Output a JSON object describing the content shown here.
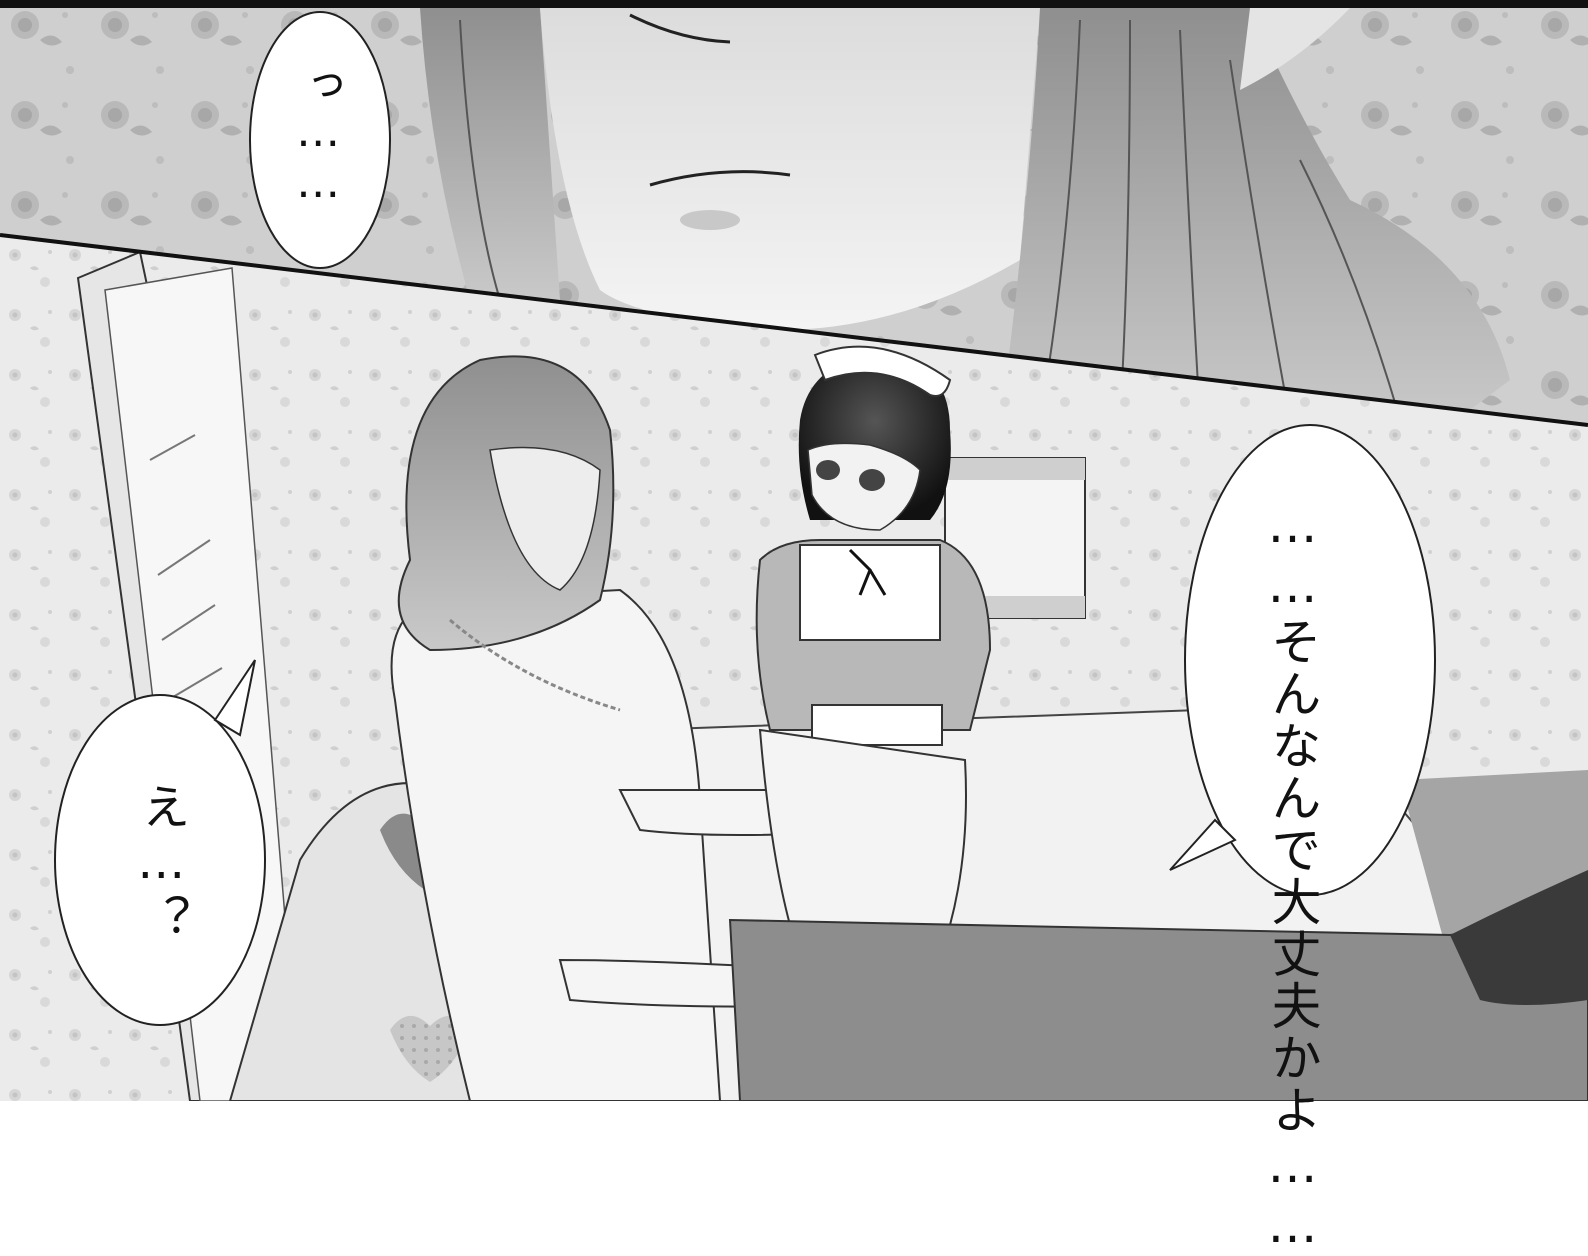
{
  "panels": {
    "top": {
      "speech_bubble": {
        "text": "っ……"
      }
    },
    "bottom": {
      "speech_bubble_right": {
        "line1": "……そんなんで",
        "line2": "大丈夫かよ……"
      },
      "speech_bubble_left": {
        "text": "え…？"
      }
    }
  },
  "palette": {
    "ink": "#111111",
    "paper": "#ffffff",
    "light_gray": "#d9d9d9",
    "mid_gray": "#9a9a9a",
    "dark_gray": "#5e5e5e"
  }
}
